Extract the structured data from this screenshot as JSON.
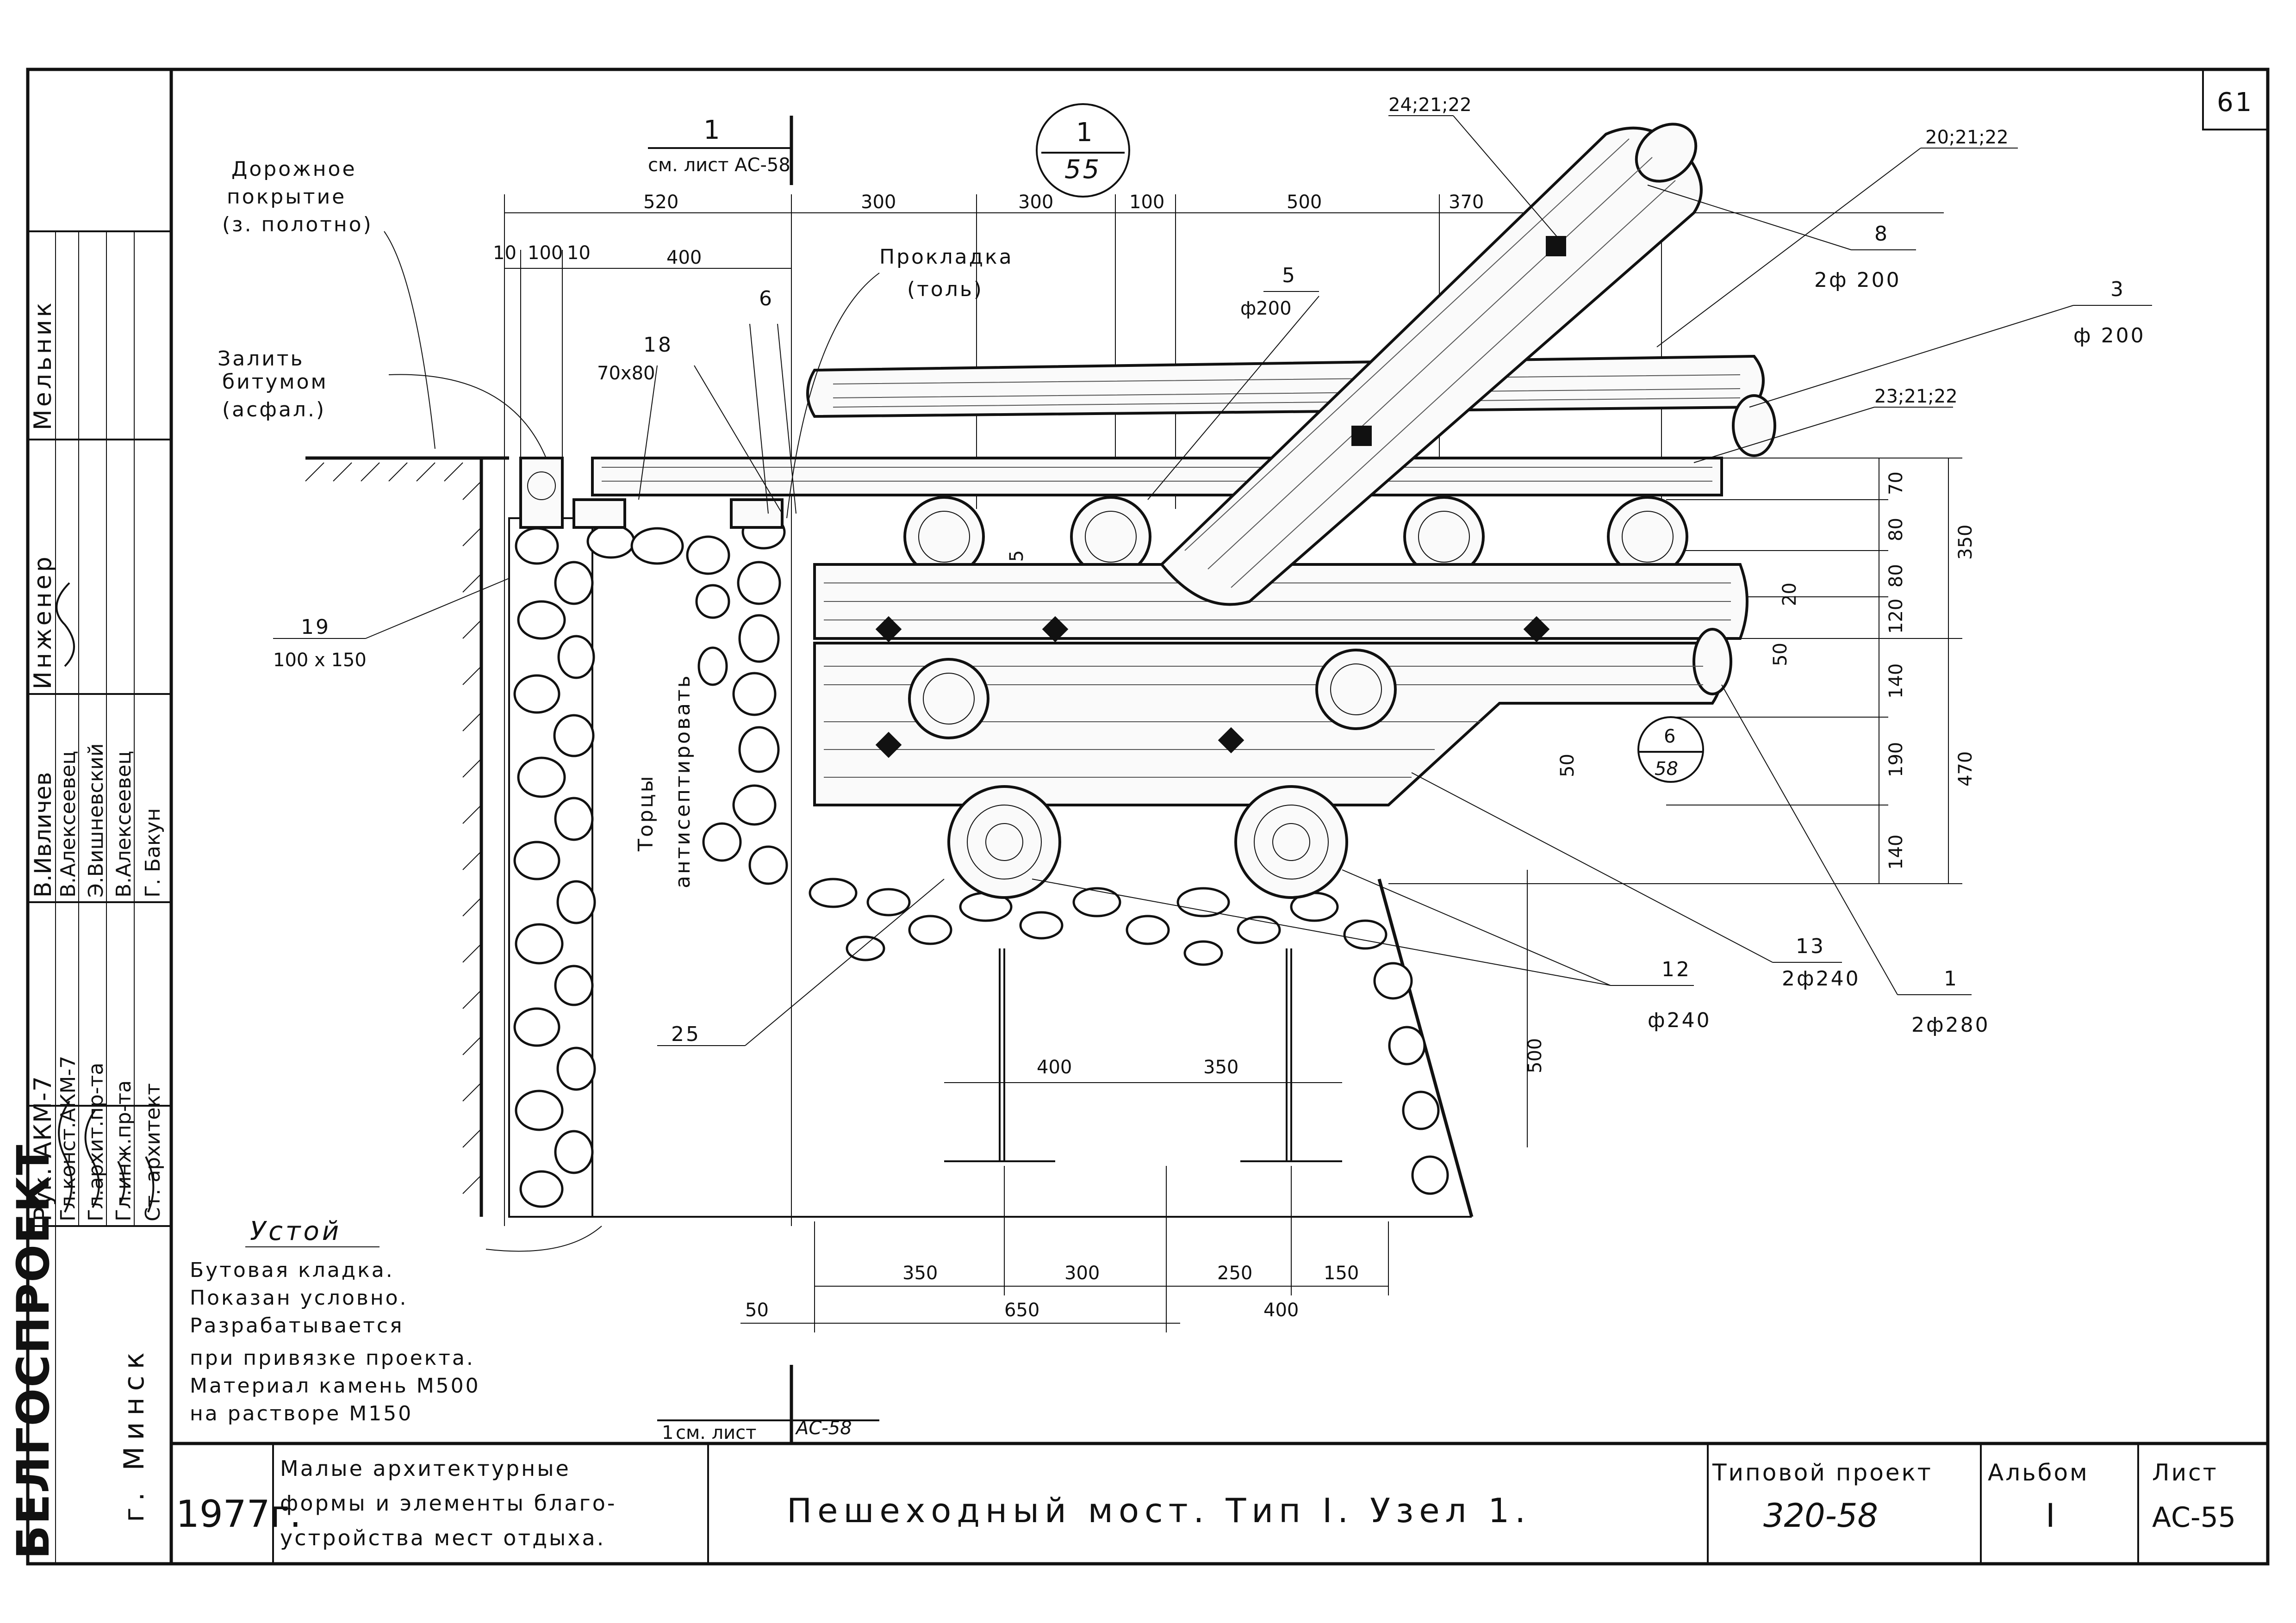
{
  "sheet_no": "61",
  "section": {
    "number": "1",
    "ref": "см. лист АС-58"
  },
  "circle_top": {
    "num": "1",
    "den": "55"
  },
  "circle_mid": {
    "num": "6",
    "den": "58"
  },
  "dims_top": [
    "520",
    "300",
    "300",
    "100",
    "500",
    "370"
  ],
  "dims_top2": [
    "10",
    "100",
    "10",
    "400"
  ],
  "dims_right": [
    "70",
    "80",
    "80",
    "120",
    "140",
    "190",
    "140"
  ],
  "dims_right_outer": [
    "350",
    "470"
  ],
  "dims_small": [
    "20",
    "50",
    "50",
    "65"
  ],
  "dims_bottom_piles": [
    "400",
    "350"
  ],
  "dims_bottom": [
    "350",
    "300",
    "250",
    "150"
  ],
  "dims_bottom2": [
    "50",
    "650",
    "400"
  ],
  "dim_500": "500",
  "labels": {
    "road": [
      "Дорожное",
      "покрытие",
      "(з. полотно)"
    ],
    "bitumen": [
      "Залить",
      "битумом",
      "(асфал.)"
    ],
    "pad": [
      "Прокладка",
      "(толь)"
    ],
    "ends": [
      "Торцы",
      "антисептировать"
    ],
    "p18": {
      "num": "18",
      "size": "70х80"
    },
    "p19": {
      "num": "19",
      "size": "100 х 150"
    },
    "p6": "6",
    "p5": {
      "num": "5",
      "dia": "ф200"
    },
    "p8": {
      "num": "8",
      "dia": "2ф 200"
    },
    "p3": {
      "num": "3",
      "dia": "ф 200"
    },
    "p1": {
      "num": "1",
      "dia": "2ф280"
    },
    "p12": {
      "num": "12",
      "dia": "ф240"
    },
    "p13": {
      "num": "13",
      "dia": "2ф240"
    },
    "p25": "25",
    "r24": "24;21;22",
    "r20": "20;21;22",
    "r23": "23;21;22"
  },
  "abutment_note": [
    "Устой",
    "Бутовая   кладка.",
    "Показан   условно.",
    "Разрабатывается",
    "при привязке проекта.",
    "Материал  камень М500",
    "на растворе   М150"
  ],
  "bottom_ref": {
    "number": "1",
    "ref": "см. лист",
    "sheet": "АС-58"
  },
  "stamp": {
    "org": "БЕЛГОСПРОЕКТ",
    "city": "г. Минск",
    "year": "1977г.",
    "project_title": [
      "Малые архитектурные",
      "формы и элементы благо-",
      "устройства мест отдыха."
    ],
    "drawing_title": "Пешеходный   мост.    Тип I.  Узел 1.",
    "project_label": "Типовой проект",
    "project_no": "320-58",
    "album_label": "Альбом",
    "album_no": "I",
    "sheet_label": "Лист",
    "sheet_code": "АС-55",
    "roles": [
      "Рук. АКМ-7",
      "Гл.конст.АКМ-7",
      "Гл.архит.пр-та",
      "Гл.инж.пр-та",
      "Ст. архитект"
    ],
    "names": [
      "В.Ивличев",
      "В.Алексеевец",
      "Э.Вишневский",
      "В.Алексеевец",
      "Г. Бакун"
    ],
    "engineer_role": "Инженер",
    "engineer_name": "Мельник"
  }
}
